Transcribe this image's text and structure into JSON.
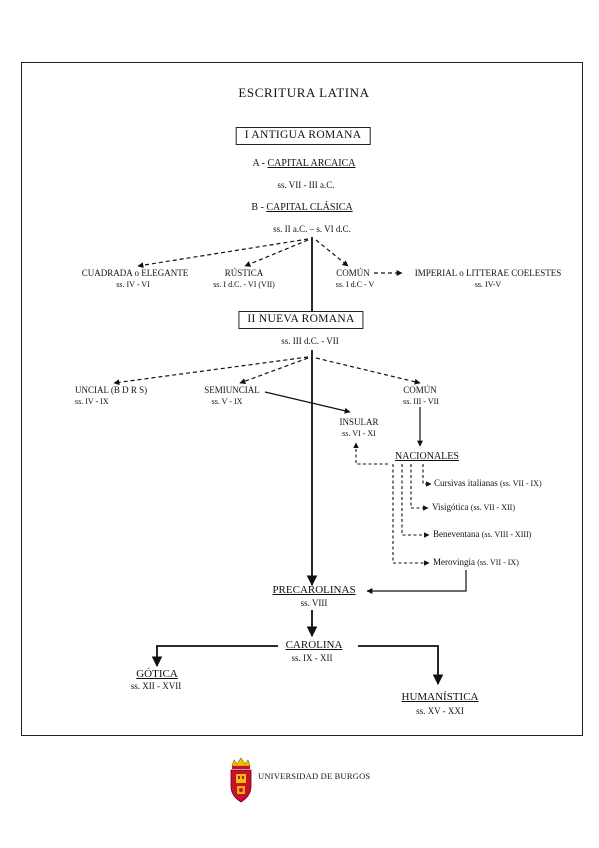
{
  "title": "ESCRITURA LATINA",
  "antigua": {
    "heading": "I  ANTIGUA ROMANA",
    "a_prefix": "A - ",
    "a_name": "CAPITAL ARCAICA",
    "a_dates": "ss. VII - III a.C.",
    "b_prefix": "B - ",
    "b_name": "CAPITAL CLÁSICA",
    "b_dates": "ss. II a.C. – s. VI d.C.",
    "cuadrada": "CUADRADA o ELEGANTE",
    "cuadrada_dates": "ss. IV - VI",
    "rustica": "RÚSTICA",
    "rustica_dates": "ss. I d.C. - VI (VII)",
    "comun": "COMÚN",
    "comun_dates": "ss. I d.C - V",
    "imperial": "IMPERIAL o LITTERAE COELESTES",
    "imperial_dates": "ss. IV-V"
  },
  "nueva": {
    "heading": "II  NUEVA ROMANA",
    "dates": "ss. III d.C. - VII",
    "uncial": "UNCIAL (B D R S)",
    "uncial_dates": "ss. IV - IX",
    "semiuncial": "SEMIUNCIAL",
    "semiuncial_dates": "ss. V - IX",
    "comun": "COMÚN",
    "comun_dates": "ss. III - VII",
    "insular": "INSULAR",
    "insular_dates": "ss. VI - XI",
    "nacionales": "NACIONALES",
    "cursivas": "Cursivas italianas",
    "cursivas_dates": "(ss. VII - IX)",
    "visigotica": "Visigótica",
    "visigotica_dates": "(ss. VII - XII)",
    "beneventana": "Beneventana",
    "beneventana_dates": "(ss. VIII - XIII)",
    "merovingia": "Merovingia",
    "merovingia_dates": "(ss. VII - IX)"
  },
  "precarolinas": "PRECAROLINAS",
  "precarolinas_dates": "ss. VIII",
  "carolina": "CAROLINA",
  "carolina_dates": "ss. IX - XII",
  "gotica": "GÓTICA",
  "gotica_dates": "ss. XII - XVII",
  "humanistica": "HUMANÍSTICA",
  "humanistica_dates": "ss. XV - XXI",
  "footer": {
    "logo_icon": "university-coat-of-arms",
    "logo_colors": [
      "#c8102e",
      "#f2c200"
    ],
    "institution": "UNIVERSIDAD DE BURGOS"
  }
}
